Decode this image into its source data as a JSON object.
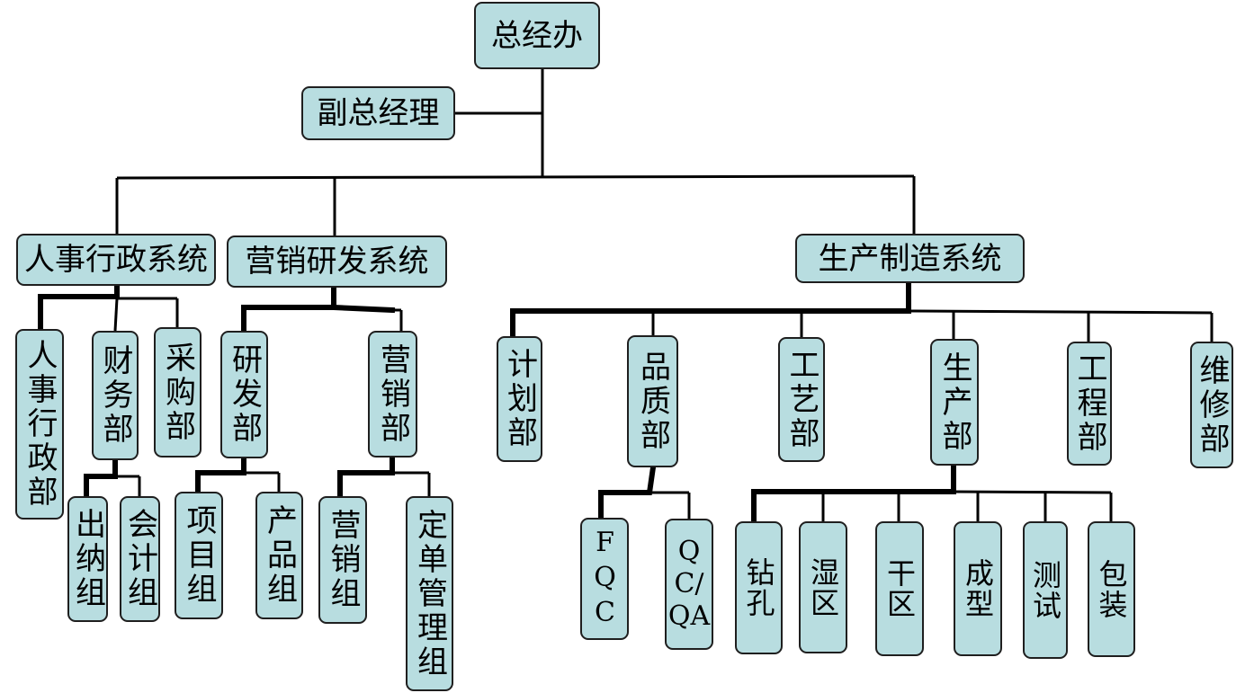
{
  "org": {
    "ceo": "总经办",
    "deputy": "副总经理",
    "hr_system": "人事行政系统",
    "marketing_system": "营销研发系统",
    "production_system": "生产制造系统",
    "hr_dept": "人事行政部",
    "finance_dept": "财务部",
    "purchasing_dept": "采购部",
    "rd_dept": "研发部",
    "sales_dept": "营销部",
    "cashier_group": "出纳组",
    "accounting_group": "会计组",
    "project_group": "项目组",
    "product_group": "产品组",
    "sales_group": "营销组",
    "order_mgmt_group": "定单管理组",
    "planning_dept": "计划部",
    "quality_dept": "品质部",
    "process_dept": "工艺部",
    "production_dept": "生产部",
    "engineering_dept": "工程部",
    "maintenance_dept": "维修部",
    "fqc": "FQC",
    "qc_qa": "QC/QA",
    "drilling": "钻孔",
    "wet_area": "湿区",
    "dry_area": "干区",
    "molding": "成型",
    "testing": "测试",
    "packaging": "包装"
  }
}
